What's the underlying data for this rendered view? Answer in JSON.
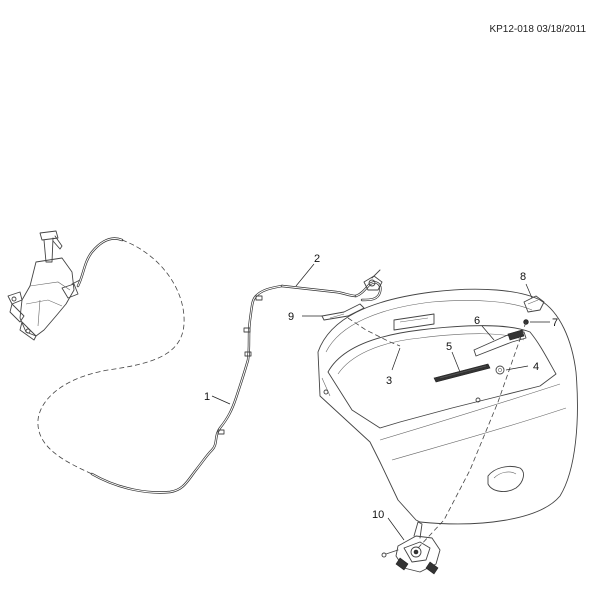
{
  "header": {
    "reference": "KP12-018 03/18/2011"
  },
  "callouts": [
    {
      "id": "1",
      "label": "1"
    },
    {
      "id": "2",
      "label": "2"
    },
    {
      "id": "3",
      "label": "3"
    },
    {
      "id": "4",
      "label": "4"
    },
    {
      "id": "5",
      "label": "5"
    },
    {
      "id": "6",
      "label": "6"
    },
    {
      "id": "7",
      "label": "7"
    },
    {
      "id": "8",
      "label": "8"
    },
    {
      "id": "9",
      "label": "9"
    },
    {
      "id": "10",
      "label": "10"
    }
  ]
}
